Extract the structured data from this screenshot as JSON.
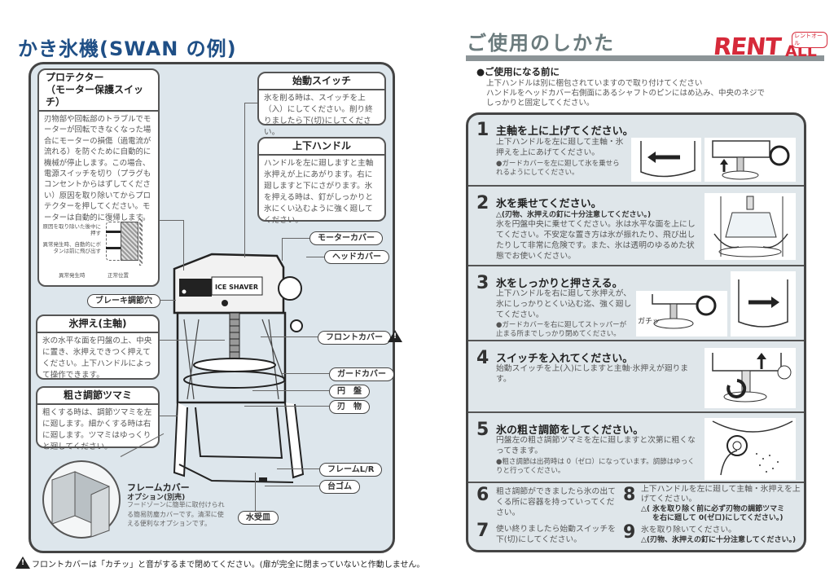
{
  "left": {
    "title": "かき氷機(SWAN の例)",
    "protector": {
      "title_line1": "プロテクター",
      "title_line2": "（モーター保護スイッチ）",
      "body": "刃物部や回転部のトラブルでモーターが回転できなくなった場合にモーターの損傷（過電流が流れる）を防ぐために自動的に機械が停止します。この場合、電源スイッチを切り（プラグもコンセントからはずしてください）原因を取り除いてからプロテクターを押してください。モーターは自動的に復帰します。",
      "diagram_labels": {
        "push_after": "原因を取り除いた後中に押す",
        "pop_out": "異常発生時、自動的にボタンは前に飛び出す",
        "abnormal": "異常発生時",
        "normal": "正常位置"
      }
    },
    "start_switch": {
      "title": "始動スイッチ",
      "body": "氷を削る時は、スイッチを上（入）にしてください。削り終りましたら下(切)にしてください。"
    },
    "handle": {
      "title": "上下ハンドル",
      "body": "ハンドルを左に廻しますと主軸氷押えが上にあがります。右に廻しますと下にさがります。氷を押える時は、釘がしっかりと氷にくい込むように強く廻してください。"
    },
    "ice_press": {
      "title": "氷押え(主軸)",
      "body": "氷の水平な面を円盤の上、中央に置き、氷押えできつく押えてください。上下ハンドルによって操作できます。"
    },
    "coarse_knob": {
      "title": "粗さ調節ツマミ",
      "body": "粗くする時は、調節ツマミを左に廻します。細かくする時は右に廻します。ツマミはゆっくりと廻してください。"
    },
    "frame_cover": {
      "title": "フレームカバー",
      "subtitle": "オプション(別売)",
      "body": "フードゾーンに簡単に取付けられる簡易防塵カバーです。清潔に使える便利なオプションです。"
    },
    "machine": {
      "brand": "ICE SHAVER"
    },
    "parts": {
      "brake": "ブレーキ調節穴",
      "motor_cover": "モーターカバー",
      "head_cover": "ヘッドカバー",
      "front_cover": "フロントカバー",
      "guard_cover": "ガードカバー",
      "disc": "円　盤",
      "blade": "刃　物",
      "frame": "フレームL/R",
      "rubber_feet": "台ゴム",
      "drip_tray": "水受皿"
    },
    "footer_note": "フロントカバーは「カチッ」と音がするまで閉めてください。(扉が完全に閉まっていないと作動しません。"
  },
  "right": {
    "title": "ご使用のしかた",
    "logo": {
      "main": "RENT",
      "sub": "ALL",
      "kana": "レントオール",
      "color": "#d62a3a"
    },
    "before": {
      "heading": "●ご使用になる前に",
      "lines": [
        "上下ハンドルは別に梱包されていますので取り付けてください",
        "ハンドルをヘッドカバー右側面にあるシャフトのピンにはめ込み、中央のネジで",
        "しっかりと固定してください。"
      ]
    },
    "steps": [
      {
        "num": "1",
        "title": "主軸を上に上げてください。",
        "desc": "上下ハンドルを左に廻して主軸・氷押えを上にあげてください。",
        "note": "●ガードカバーを左に廻して氷を乗せられるようにしてください。"
      },
      {
        "num": "2",
        "title": "氷を乗せてください。",
        "warn": "△(刃物、氷押えの釘に十分注意してください。)",
        "desc": "氷を円盤中央に乗せてください。氷は水平な面を上にしてください。不安定な置き方は氷が振れたり、飛び出したりして非常に危険です。また、氷は透明のゆるめた状態でお使いください。"
      },
      {
        "num": "3",
        "title": "氷をしっかりと押さえる。",
        "desc": "上下ハンドルを右に廻して氷押えが、氷にしっかりとくい込む迄、強く廻してください。",
        "note": "●ガードカバーを右に廻してストッパーが止まる所までしっかり閉めてください。",
        "sfx": "ガチッ"
      },
      {
        "num": "4",
        "title": "スイッチを入れてください。",
        "desc": "始動スイッチを上(入)にしますと主軸·氷押えが廻ります。"
      },
      {
        "num": "5",
        "title": "氷の粗さ調節をしてください。",
        "desc": "円盤左の粗さ調節ツマミを左に廻しますと次第に粗くなってきます。",
        "note": "●粗さ調節は出荷時は 0（ゼロ）になっています。調節はゆっくりと行ってください。"
      }
    ],
    "small_steps": [
      {
        "num": "6",
        "text": "粗さ調節ができましたら氷の出てくる所に容器を持っていってください。"
      },
      {
        "num": "7",
        "text": "使い終りましたら始動スイッチを下(切)にしてください。"
      },
      {
        "num": "8",
        "text": "上下ハンドルを左に廻して主軸・氷押えを上げてください。",
        "warn_line1": "△( 氷を取り除く前に必ず刃物の調節ツマミ",
        "warn_line2": "を右に廻して 0(ゼロ)にしてください。)"
      },
      {
        "num": "9",
        "text": "氷を取り除いてください。",
        "warn_line1": "△(刃物、氷押えの釘に十分注意してください。)"
      }
    ]
  }
}
